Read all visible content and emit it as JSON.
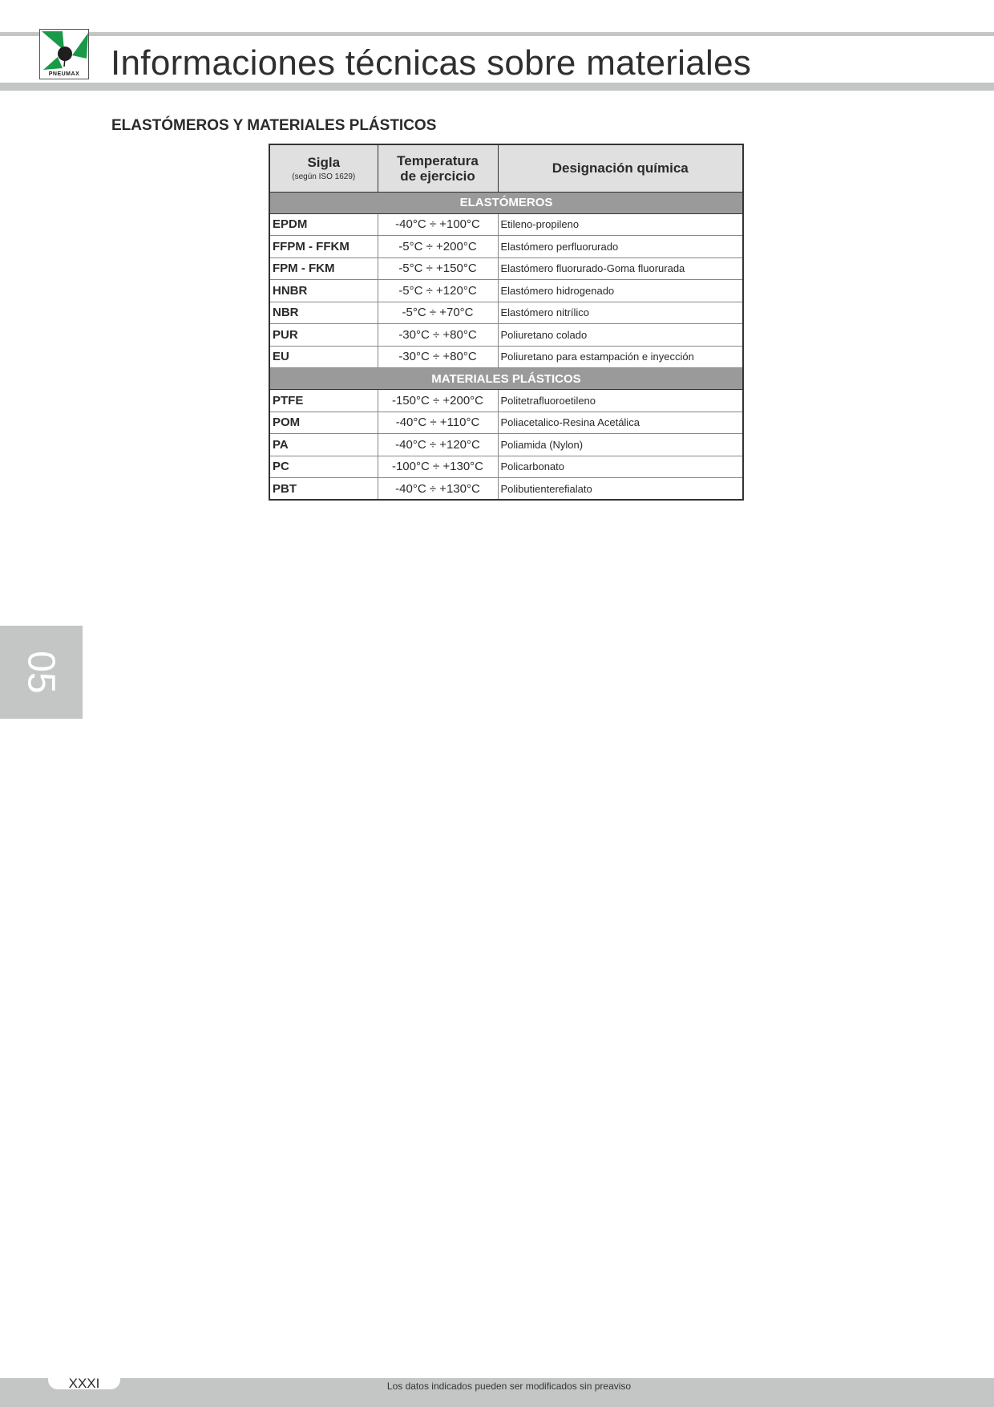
{
  "header": {
    "title": "Informaciones técnicas sobre materiales",
    "logo_text": "PNEUMAX",
    "colors": {
      "rule": "#c4c6c6",
      "logo_green": "#1a9a48"
    }
  },
  "section": {
    "title": "ELASTÓMEROS Y MATERIALES PLÁSTICOS"
  },
  "table": {
    "headers": {
      "sigla": "Sigla",
      "sigla_sub": "(según ISO  1629)",
      "temp_line1": "Temperatura",
      "temp_line2": "de ejercicio",
      "designacion": "Designación química"
    },
    "groups": [
      {
        "title": "ELASTÓMEROS",
        "rows": [
          {
            "code": "EPDM",
            "temp": "-40°C ÷ +100°C",
            "desig": "Etileno-propileno"
          },
          {
            "code": "FFPM - FFKM",
            "temp": "-5°C ÷ +200°C",
            "desig": "Elastómero perfluorurado"
          },
          {
            "code": "FPM - FKM",
            "temp": "-5°C ÷ +150°C",
            "desig": "Elastómero fluorurado-Goma fluorurada"
          },
          {
            "code": "HNBR",
            "temp": "-5°C ÷ +120°C",
            "desig": "Elastómero hidrogenado"
          },
          {
            "code": "NBR",
            "temp": "-5°C ÷ +70°C",
            "desig": "Elastómero nitrílico"
          },
          {
            "code": "PUR",
            "temp": "-30°C ÷ +80°C",
            "desig": "Poliuretano colado"
          },
          {
            "code": "EU",
            "temp": "-30°C ÷ +80°C",
            "desig": "Poliuretano para estampación e inyección"
          }
        ]
      },
      {
        "title": "MATERIALES PLÁSTICOS",
        "rows": [
          {
            "code": "PTFE",
            "temp": "-150°C ÷ +200°C",
            "desig": "Politetrafluoroetileno"
          },
          {
            "code": "POM",
            "temp": "-40°C ÷ +110°C",
            "desig": "Poliacetalico-Resina Acetálica"
          },
          {
            "code": "PA",
            "temp": "-40°C ÷ +120°C",
            "desig": "Poliamida (Nylon)"
          },
          {
            "code": "PC",
            "temp": "-100°C ÷ +130°C",
            "desig": "Policarbonato"
          },
          {
            "code": "PBT",
            "temp": "-40°C ÷ +130°C",
            "desig": "Polibutienterefialato"
          }
        ]
      }
    ]
  },
  "side_tab": {
    "label": "05"
  },
  "footer": {
    "page_number": "XXXI",
    "note": "Los datos indicados pueden ser modificados sin preaviso"
  }
}
